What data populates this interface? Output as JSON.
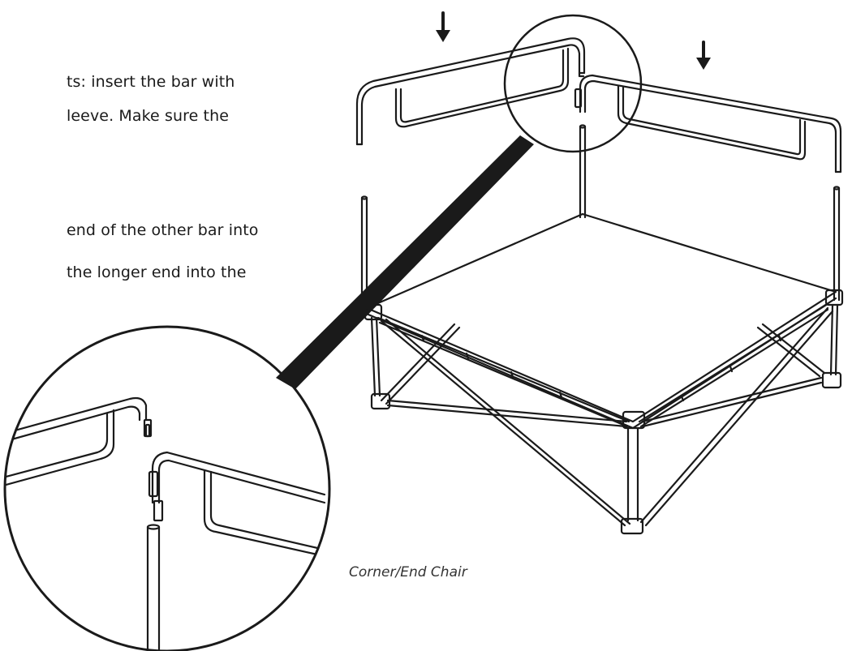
{
  "instructions": {
    "line1": "ts: insert the bar with",
    "line2": "leeve. Make sure the",
    "line3": "end of the other bar into",
    "line4": "the longer end into the"
  },
  "caption": "Corner/End Chair",
  "icons": {
    "arrow_left": "down-arrow-icon",
    "arrow_right": "down-arrow-icon"
  },
  "colors": {
    "line": "#1a1a1a",
    "callout_wedge": "#1a1a1a",
    "background": "#ffffff"
  }
}
